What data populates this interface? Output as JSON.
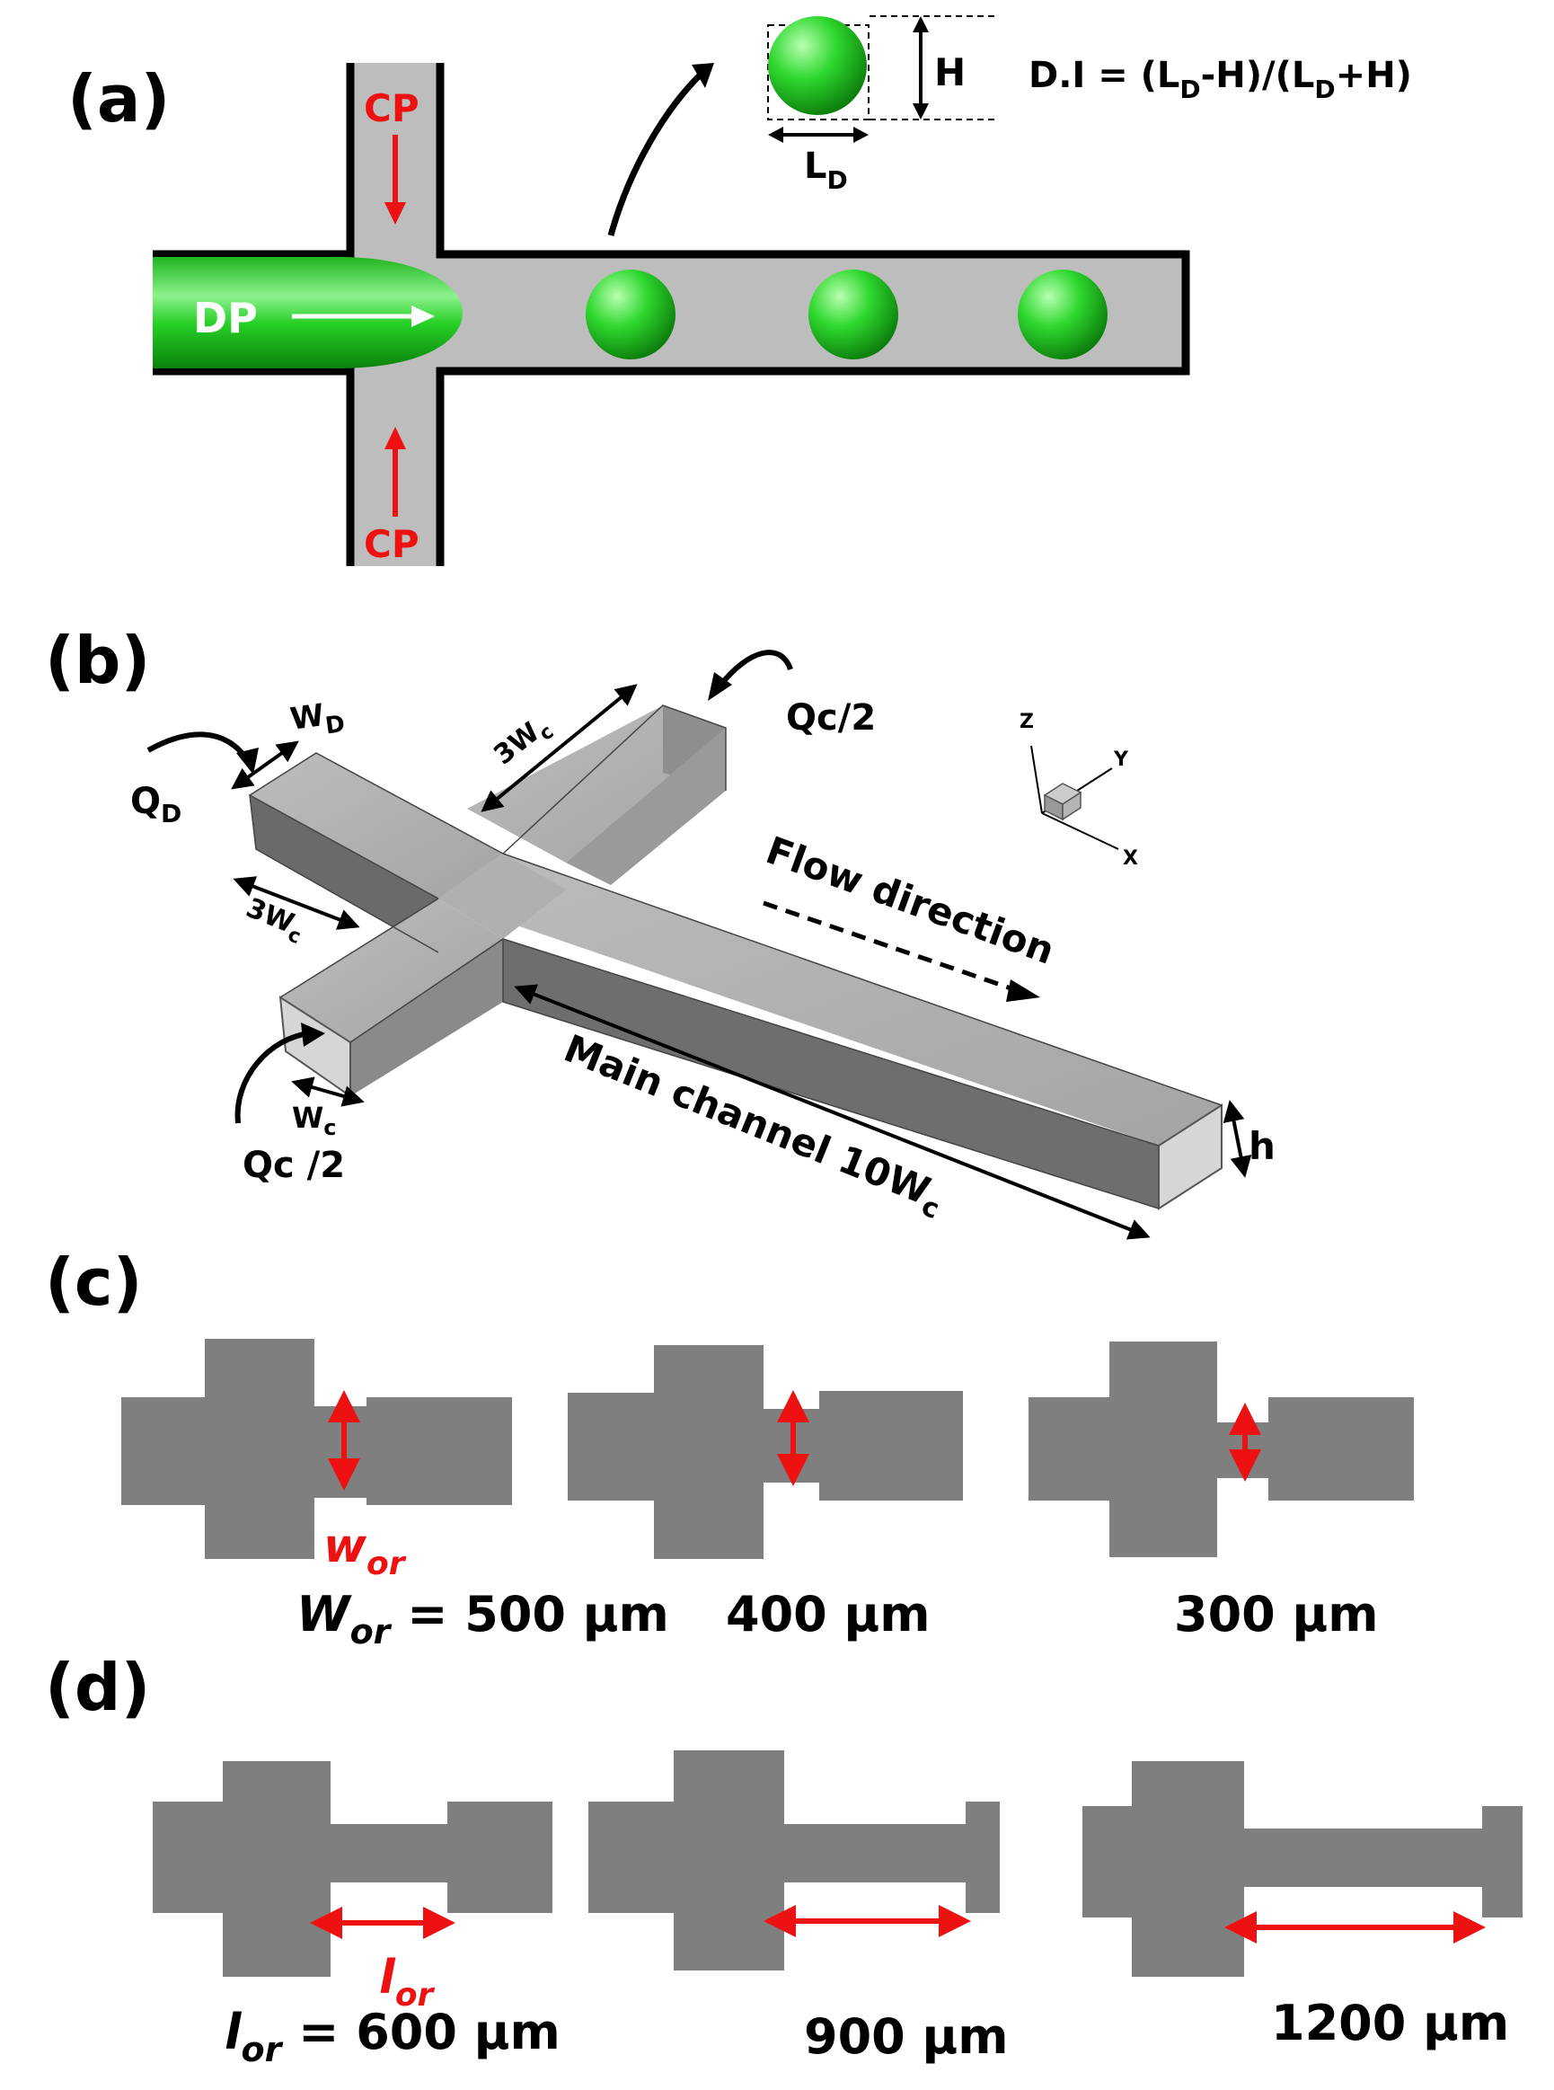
{
  "colors": {
    "channel": "#bdbdbd",
    "wall": "#000000",
    "droplet": "#22cc22",
    "arrow_red": "#ee1111",
    "geometry": "#7f7f7f"
  },
  "panel_a": {
    "label": "(a)",
    "cp": "CP",
    "dp": "DP",
    "h": "H",
    "ld_main": "L",
    "ld_sub": "D",
    "formula": {
      "p1": "D.I = (L",
      "s1": "D",
      "p2": "-H)/(L",
      "s2": "D",
      "p3": "+H)"
    }
  },
  "panel_b": {
    "label": "(b)",
    "wd_main": "W",
    "wd_sub": "D",
    "qd_main": "Q",
    "qd_sub": "D",
    "qc_top": "Qc/2",
    "qc_bottom": "Qc /2",
    "three_wc_main": "3W",
    "three_wc_sub": "c",
    "wc_main": "W",
    "wc_sub": "c",
    "flow": "Flow direction",
    "main_channel": "Main channel 10W",
    "main_channel_sub": "c",
    "h": "h",
    "axis_z": "Z",
    "axis_y": "Y",
    "axis_x": "X"
  },
  "panel_c": {
    "label": "(c)",
    "wor_main": "w",
    "wor_sub": "or",
    "caption1_main": "W",
    "caption1_sub": "or",
    "caption1_val": " = 500 µm",
    "caption2": "400 µm",
    "caption3": "300 µm"
  },
  "panel_d": {
    "label": "(d)",
    "lor_main": "l",
    "lor_sub": "or",
    "caption1_main": "l",
    "caption1_sub": "or",
    "caption1_val": " = 600 µm",
    "caption2": "900 µm",
    "caption3": "1200 µm"
  }
}
